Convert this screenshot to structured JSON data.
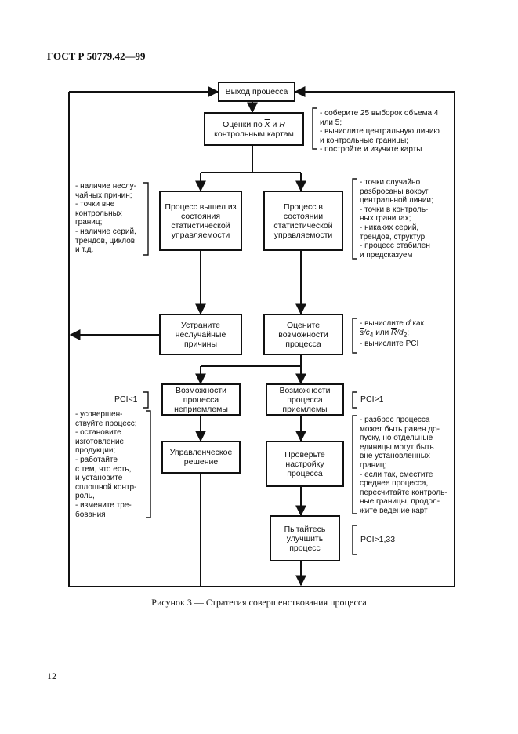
{
  "header": {
    "doc_id": "ГОСТ Р 50779.42—99"
  },
  "page_number": "12",
  "caption": "Рисунок 3 — Стратегия совершенствования процесса",
  "boxes": {
    "process_output": "Выход процесса",
    "estimates_pre": "Оценки по ",
    "estimates_x": "X",
    "estimates_mid": " и ",
    "estimates_r": "R",
    "estimates_line2": "контрольным картам",
    "out_of_control": "Процесс вышел из состояния статистической управляемости",
    "in_control": "Процесс в состоянии статистической управляемости",
    "eliminate": "Устраните неслучайные причины",
    "evaluate": "Оцените возможности процесса",
    "unacceptable": "Возможности процесса неприемлемы",
    "acceptable": "Возможности процесса приемлемы",
    "management": "Управленческое решение",
    "check_setup": "Проверьте настройку процесса",
    "improve": "Пытайтесь улучшить процесс"
  },
  "notes": {
    "collect": [
      "- соберите 25 выборок объема 4",
      "или 5;",
      "- вычислите центральную линию",
      "и контрольные границы;",
      "- постройте и изучите карты"
    ],
    "out_causes": [
      "- наличие неслу-",
      "чайных причин;",
      "- точки вне",
      "контрольных",
      "границ;",
      "- наличие серий,",
      "трендов, циклов",
      "и т.д."
    ],
    "in_signs": [
      "- точки случайно",
      "разбросаны вокруг",
      "центральной линии;",
      "- точки в контроль-",
      "ных границах;",
      "- никаких серий,",
      "трендов, структур;",
      "- процесс стабилен",
      "и предсказуем"
    ],
    "calc": [
      "- вычислите ",
      "σ̂",
      " как",
      "s",
      "/c",
      "4",
      " или ",
      "R",
      "/d",
      "2",
      ";",
      "- вычислите PCI"
    ],
    "improve_actions": [
      "- усовершен-",
      "ствуйте процесс;",
      "- остановите",
      "изготовление",
      "продукции;",
      "- работайте",
      "с тем, что есть,",
      "и установите",
      "сплошной контр-",
      "роль,",
      "- измените тре-",
      "бования"
    ],
    "spread": [
      "- разброс процесса",
      "может быть равен до-",
      "пуску, но отдельные",
      "единицы могут быть",
      "вне установленных",
      "границ;",
      "- если так, сместите",
      "среднее процесса,",
      "пересчитайте контроль-",
      "ные границы, продол-",
      "жите ведение карт"
    ]
  },
  "labels": {
    "pci_lt_1": "PCI<1",
    "pci_gt_1": "PCI>1",
    "pci_gt_133": "PCI>1,33"
  }
}
